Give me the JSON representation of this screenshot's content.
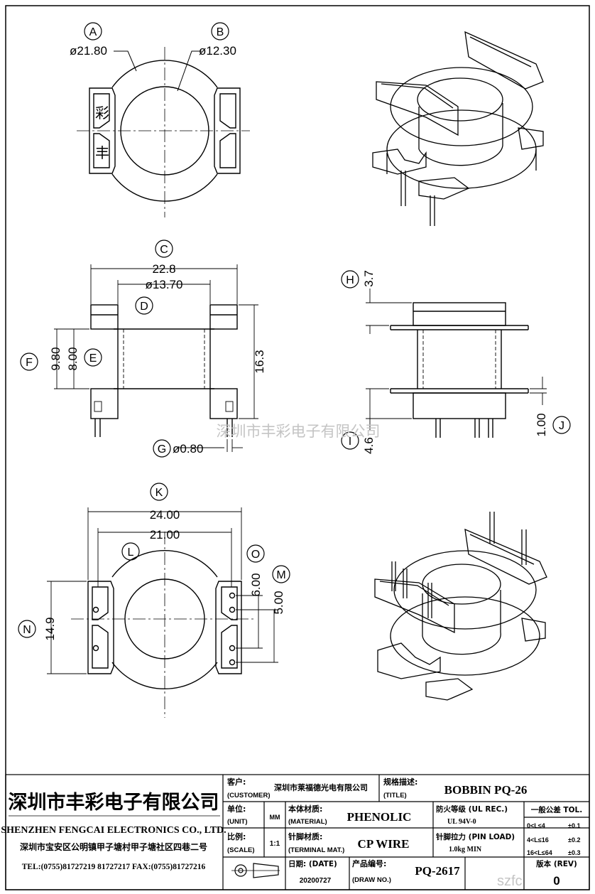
{
  "labels": {
    "A": "A",
    "B": "B",
    "C": "C",
    "D": "D",
    "E": "E",
    "F": "F",
    "G": "G",
    "H": "H",
    "I": "I",
    "J": "J",
    "K": "K",
    "L": "L",
    "M": "M",
    "N": "N",
    "O": "O"
  },
  "dims": {
    "A": "ø21.80",
    "B": "ø12.30",
    "C": "22.8",
    "D": "ø13.70",
    "E": "8.00",
    "F": "9.80",
    "G": "ø0.80",
    "side_height": "16.3",
    "H": "3.7",
    "I": "4.6",
    "J": "1.00",
    "K": "24.00",
    "L": "21.00",
    "N": "14.9",
    "O": "6.00",
    "M": "5.00"
  },
  "glyphs": {
    "top_left": "彩",
    "bottom_left": "丰"
  },
  "watermark": "深圳市丰彩电子有限公司",
  "watermark_corner": "szfc",
  "company": {
    "name_cn": "深圳市丰彩电子有限公司",
    "name_en": "SHENZHEN FENGCAI ELECTRONICS CO., LTD.",
    "address": "深圳市宝安区公明镇甲子塘村甲子塘社区四巷二号",
    "tel": "TEL:(0755)81727219  81727217   FAX:(0755)81727216"
  },
  "titleblock": {
    "customer_label": "客户:",
    "customer_label_en": "(CUSTOMER)",
    "customer_value": "深圳市莱福德光电有限公司",
    "title_label": "规格描述:",
    "title_label_en": "(TITLE)",
    "title_value": "BOBBIN PQ-26",
    "unit_label": "单位:",
    "unit_label_en": "(UNIT)",
    "unit_value": "MM",
    "material_label": "本体材质:",
    "material_label_en": "(MATERIAL)",
    "material_value": "PHENOLIC",
    "flame_label": "防火等级 (UL REC.)",
    "flame_value": "UL 94V-0",
    "tol_label": "一般公差 TOL.",
    "tol_rows": [
      {
        "range": "0<L≤4",
        "tol": "±0.1"
      },
      {
        "range": "4<L≤16",
        "tol": "±0.2"
      },
      {
        "range": "16<L≤64",
        "tol": "±0.3"
      }
    ],
    "scale_label": "比例:",
    "scale_label_en": "(SCALE)",
    "scale_value": "1:1",
    "terminal_label": "针脚材质:",
    "terminal_label_en": "(TERMINAL MAT.)",
    "terminal_value": "CP WIRE",
    "pinload_label": "针脚拉力 (PIN LOAD)",
    "pinload_value": "1.0kg MIN",
    "date_label": "日期: (DATE)",
    "date_value": "20200727",
    "drawno_label": "产品编号:",
    "drawno_label_en": "(DRAW NO.)",
    "drawno_value": "PQ-2617",
    "rev_label": "版本 (REV)",
    "rev_value": "0"
  }
}
